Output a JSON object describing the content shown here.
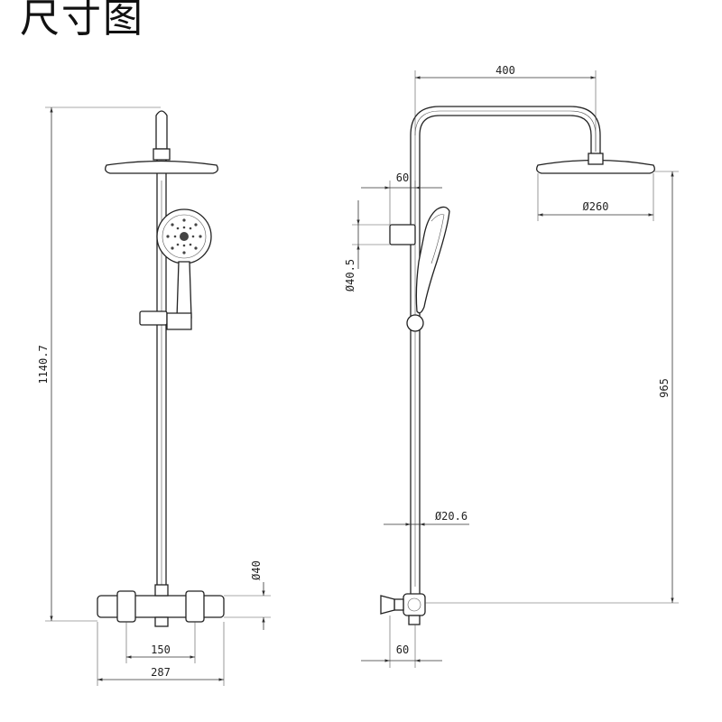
{
  "title": "尺寸图",
  "dimensions": {
    "total_height": "1140.7",
    "valve_diameter": "Ø40",
    "valve_inlet_spacing": "150",
    "valve_width": "287",
    "arm_length": "400",
    "slider_offset": "60",
    "slider_diameter": "Ø40.5",
    "head_diameter": "Ø260",
    "head_height": "965",
    "pipe_diameter": "Ø20.6",
    "inlet_offset": "60"
  }
}
